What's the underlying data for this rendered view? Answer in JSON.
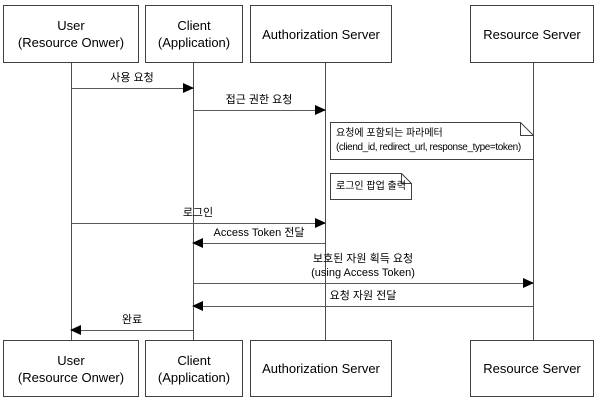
{
  "actors": [
    {
      "line1": "User",
      "line2": "(Resource Onwer)"
    },
    {
      "line1": "Client",
      "line2": "(Application)"
    },
    {
      "line1": "Authorization Server"
    },
    {
      "line1": "Resource Server"
    }
  ],
  "messages": [
    {
      "label": "사용 요청",
      "from": "user",
      "to": "client",
      "direction": "right"
    },
    {
      "label": "접근 권한 요청",
      "from": "client",
      "to": "authorization-server",
      "direction": "right"
    },
    {
      "label": "로그인",
      "from": "user",
      "to": "authorization-server",
      "direction": "right"
    },
    {
      "label": "Access Token 전달",
      "from": "authorization-server",
      "to": "client",
      "direction": "left"
    },
    {
      "label": "보호된 자원 획득 요청",
      "label_line2": "(using Access Token)",
      "from": "client",
      "to": "resource-server",
      "direction": "right"
    },
    {
      "label": "요청 자원 전달",
      "from": "resource-server",
      "to": "client",
      "direction": "left"
    },
    {
      "label": "완료",
      "from": "client",
      "to": "user",
      "direction": "left"
    }
  ],
  "notes": [
    {
      "line1": "요청에 포함되는 파라메터",
      "line2": "(cliend_id, redirect_url, response_type=token)"
    },
    {
      "line1": "로그인 팝업 출력"
    }
  ],
  "colors": {
    "background": "#ffffff",
    "box_border": "#404040",
    "lifeline": "#4d4d4d",
    "arrow_line": "#595959",
    "arrowhead": "#000000",
    "text": "#000000"
  }
}
